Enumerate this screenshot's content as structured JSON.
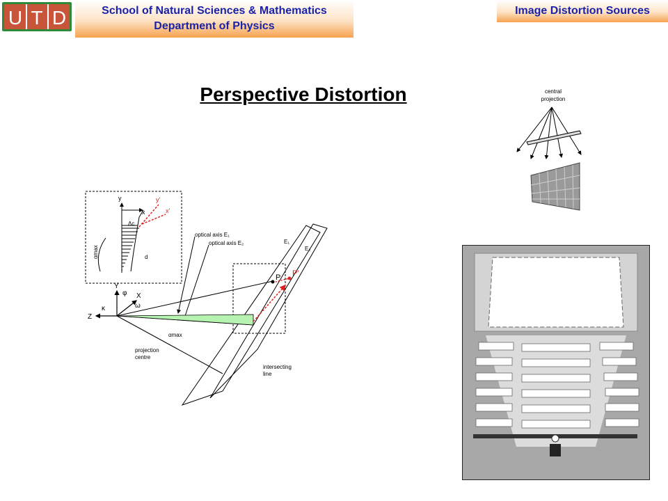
{
  "header": {
    "logo_letters": [
      "U",
      "T",
      "D"
    ],
    "school": "School of Natural Sciences & Mathematics",
    "department": "Department of Physics",
    "section": "Image Distortion Sources"
  },
  "slide": {
    "title": "Perspective Distortion"
  },
  "diagram": {
    "axis_y": "y",
    "axis_x": "x",
    "axis_y_prime": "y'",
    "axis_x_prime": "x'",
    "delta_c": "Δc",
    "alpha_max_inset": "αmax",
    "d_label": "d",
    "optical_axis_1": "optical axis E₁",
    "optical_axis_2": "optical axis E₂",
    "plane_1": "E₁",
    "plane_2": "E₂",
    "big_y": "Y",
    "phi": "φ",
    "big_x": "X",
    "omega": "ω",
    "kappa": "κ",
    "big_z": "Z",
    "point_p": "P",
    "point_p_prime": "P'",
    "alpha_max": "αmax",
    "projection_centre": [
      "projection",
      "centre"
    ],
    "intersecting_line": [
      "intersecting",
      "line"
    ]
  },
  "central_projection": {
    "label": [
      "central",
      "projection"
    ]
  },
  "colors": {
    "header_text": "#1a23a8",
    "header_orange": "#f7a24f",
    "logo_bg": "#c8553a",
    "logo_border": "#2f8a3a",
    "red_marker": "#e02020",
    "green_fill": "#b6f2b0"
  }
}
